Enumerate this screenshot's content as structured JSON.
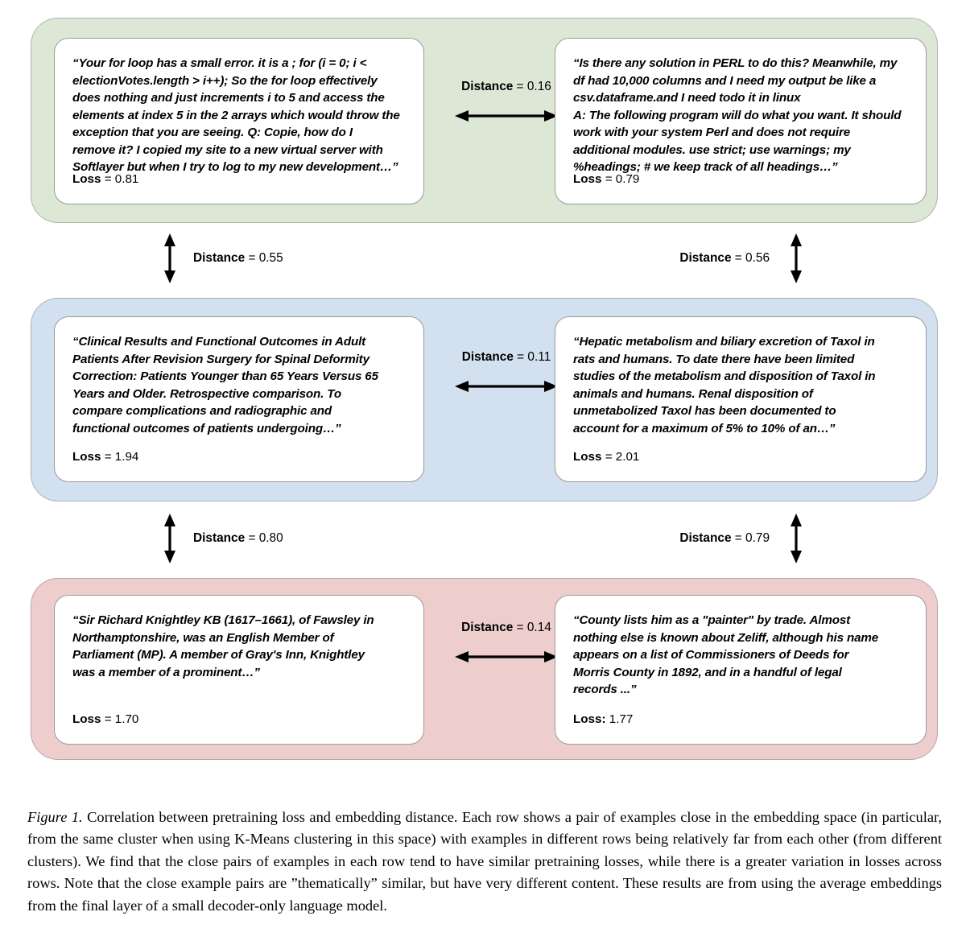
{
  "figure": {
    "rows": [
      {
        "cluster_color": "#dde7d6",
        "cluster_name": "green-cluster",
        "left": {
          "text": "“Your for loop has a small error. it is a ; for (i = 0; i <\nelectionVotes.length > i++); So the for loop effectively\ndoes nothing and just increments i to 5 and access the\nelements at index 5 in the 2 arrays which would throw the\nexception that you are seeing. Q: Copie, how do I\nremove it? I copied my site to a new virtual server with\nSoftlayer but when I try to log to my new development…”",
          "loss_label": "Loss",
          "loss_value": "= 0.81"
        },
        "right": {
          "text": "“Is there any solution in PERL to do this? Meanwhile, my\ndf had 10,000 columns and I need my output be like a\ncsv.dataframe.and I need todo it in linux\nA: The following program will do what you want. It should\nwork with your system Perl and does not require\nadditional modules. use strict; use warnings; my\n%headings; # we keep track of all headings…”",
          "loss_label": "Loss",
          "loss_value": "= 0.79"
        },
        "pair_distance_label": "Distance",
        "pair_distance_value": "= 0.16"
      },
      {
        "cluster_color": "#d2e0ef",
        "cluster_name": "blue-cluster",
        "left": {
          "text": "“Clinical Results and Functional Outcomes in Adult\nPatients After Revision Surgery for Spinal Deformity\nCorrection: Patients Younger than 65 Years Versus 65\nYears and Older. Retrospective comparison. To\ncompare complications and radiographic and\nfunctional outcomes of patients undergoing…”",
          "loss_label": "Loss",
          "loss_value": "= 1.94"
        },
        "right": {
          "text": "“Hepatic metabolism and biliary excretion of Taxol in\nrats and humans. To date there have been limited\nstudies of the metabolism and disposition of Taxol in\nanimals and humans. Renal disposition of\nunmetabolized Taxol has been documented to\naccount for a maximum of 5% to 10% of an…”",
          "loss_label": "Loss",
          "loss_value": "= 2.01"
        },
        "pair_distance_label": "Distance",
        "pair_distance_value": "= 0.11"
      },
      {
        "cluster_color": "#eecdcd",
        "cluster_name": "pink-cluster",
        "left": {
          "text": "“Sir Richard Knightley KB (1617–1661), of Fawsley in\nNorthamptonshire, was an English Member of\nParliament (MP). A member of Gray's Inn, Knightley\nwas a member of a prominent…”",
          "loss_label": "Loss",
          "loss_value": "= 1.70"
        },
        "right": {
          "text": "“County lists him as a \"painter\" by trade. Almost\nnothing else is known about Zeliff, although his name\nappears on a list of Commissioners of Deeds for\nMorris County in 1892, and in a handful of legal\nrecords ...”",
          "loss_label": "Loss:",
          "loss_value": "1.77"
        },
        "pair_distance_label": "Distance",
        "pair_distance_value": "= 0.14"
      }
    ],
    "cross_row_distances": [
      {
        "gap": "green-to-blue",
        "left_label": "Distance",
        "left_value": "= 0.55",
        "right_label": "Distance",
        "right_value": "= 0.56"
      },
      {
        "gap": "blue-to-pink",
        "left_label": "Distance",
        "left_value": "= 0.80",
        "right_label": "Distance",
        "right_value": "= 0.79"
      }
    ]
  },
  "caption": {
    "figure_number": "Figure 1.",
    "body": " Correlation between pretraining loss and embedding distance. Each row shows a pair of examples close in the embedding space (in particular, from the same cluster when using K-Means clustering in this space) with examples in different rows being relatively far from each other (from different clusters). We find that the close pairs of examples in each row tend to have similar pretraining losses, while there is a greater variation in losses across rows. Note that the close example pairs are ”thematically” similar, but have very different content. These results are from using the average embeddings from the final layer of a small decoder-only language model."
  }
}
